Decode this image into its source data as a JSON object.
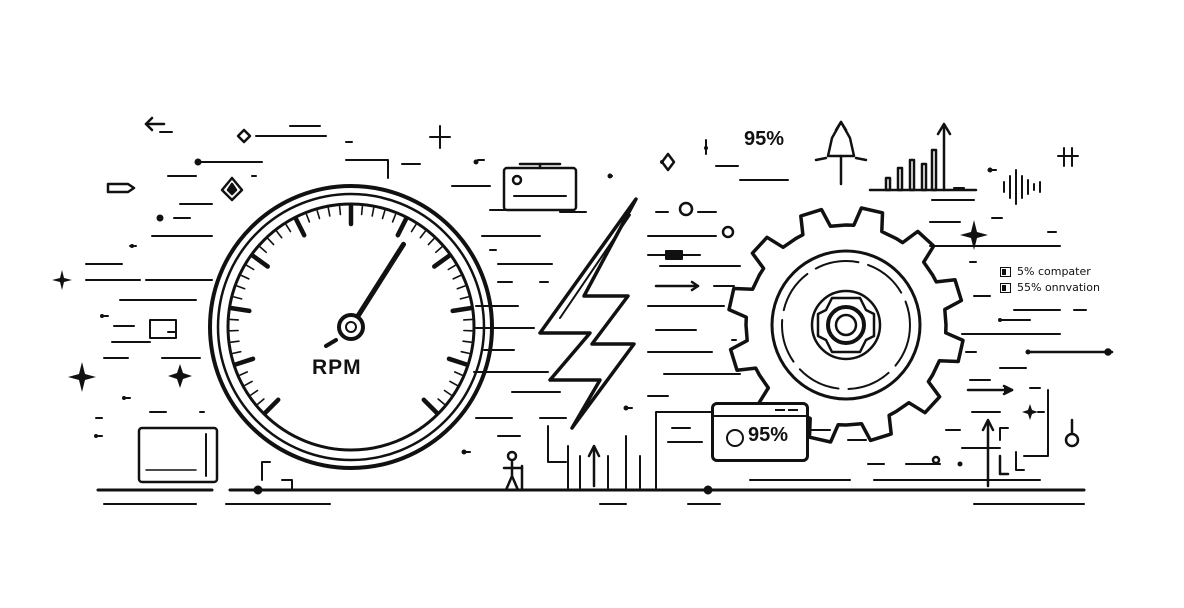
{
  "gauge": {
    "label": "RPM",
    "needle_level_percent": 62
  },
  "stats": {
    "top_percent": "95%",
    "badge_percent": "95%"
  },
  "legend": {
    "items": [
      "5% compater",
      "55% onnvation"
    ]
  },
  "icons": [
    "rpm-gauge-icon",
    "lightning-bolt-icon",
    "gear-icon",
    "bar-chart-arrow-icon",
    "sparkle-icon",
    "window-icon",
    "person-icon",
    "arrow-icon",
    "rocket-icon"
  ]
}
